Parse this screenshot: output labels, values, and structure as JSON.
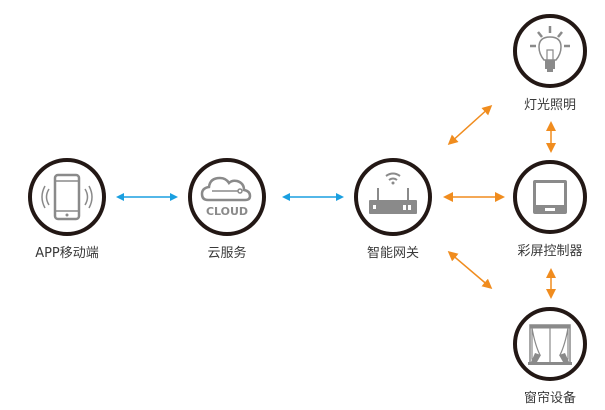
{
  "diagram": {
    "type": "smart-home-network-topology",
    "colors": {
      "circle_border": "#231815",
      "icon_gray": "#8a8a8a",
      "arrow_blue": "#1a9fe0",
      "arrow_orange": "#f08c1e",
      "label_text": "#3a3a3a"
    },
    "nodes": [
      {
        "id": "app",
        "label": "APP移动端",
        "icon": "smartphone-icon"
      },
      {
        "id": "cloud",
        "label": "云服务",
        "icon": "cloud-icon",
        "icon_text": "CLOUD"
      },
      {
        "id": "gateway",
        "label": "智能网关",
        "icon": "router-icon"
      },
      {
        "id": "lighting",
        "label": "灯光照明",
        "icon": "lightbulb-icon"
      },
      {
        "id": "screen",
        "label": "彩屏控制器",
        "icon": "monitor-icon"
      },
      {
        "id": "curtain",
        "label": "窗帘设备",
        "icon": "curtain-icon"
      }
    ],
    "edges": [
      {
        "from": "app",
        "to": "cloud",
        "color": "blue",
        "bidirectional": true
      },
      {
        "from": "cloud",
        "to": "gateway",
        "color": "blue",
        "bidirectional": true
      },
      {
        "from": "gateway",
        "to": "lighting",
        "color": "orange",
        "bidirectional": true
      },
      {
        "from": "gateway",
        "to": "screen",
        "color": "orange",
        "bidirectional": true
      },
      {
        "from": "gateway",
        "to": "curtain",
        "color": "orange",
        "bidirectional": true
      },
      {
        "from": "lighting",
        "to": "screen",
        "color": "orange",
        "bidirectional": true
      },
      {
        "from": "screen",
        "to": "curtain",
        "color": "orange",
        "bidirectional": true
      }
    ]
  }
}
